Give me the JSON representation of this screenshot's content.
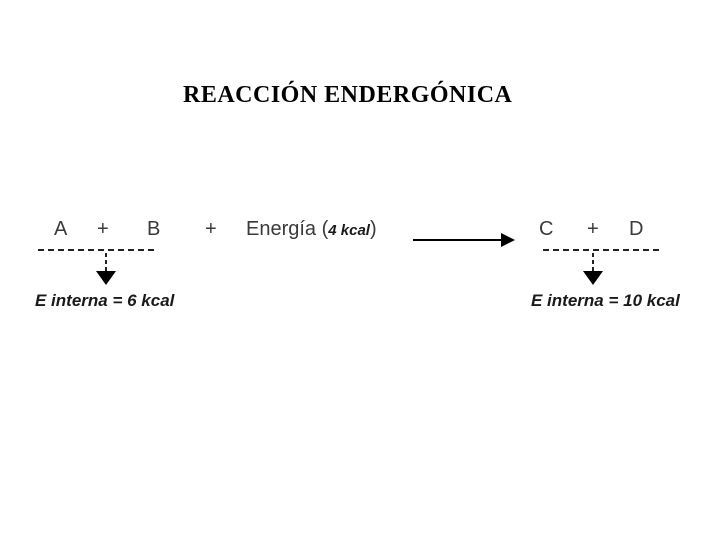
{
  "title": "REACCIÓN ENDERGÓNICA",
  "equation": {
    "reactant_a": "A",
    "plus_1": "+",
    "reactant_b": "B",
    "plus_2": "+",
    "energy_label_open": "Energía (",
    "energy_value": "4 kcal",
    "energy_label_close": ")",
    "product_c": "C",
    "plus_3": "+",
    "product_d": "D"
  },
  "annotations": {
    "reactants_internal_energy": "E interna = 6 kcal",
    "products_internal_energy": "E interna = 10 kcal"
  },
  "icons": {
    "reaction_arrow": "right-arrow",
    "left_pointer": "down-arrow",
    "right_pointer": "down-arrow"
  },
  "colors": {
    "background": "#ffffff",
    "title_text": "#000000",
    "equation_text": "#3a3a3a",
    "annotation_text": "#1a1a1a",
    "line_color": "#222222",
    "arrow_color": "#000000"
  }
}
